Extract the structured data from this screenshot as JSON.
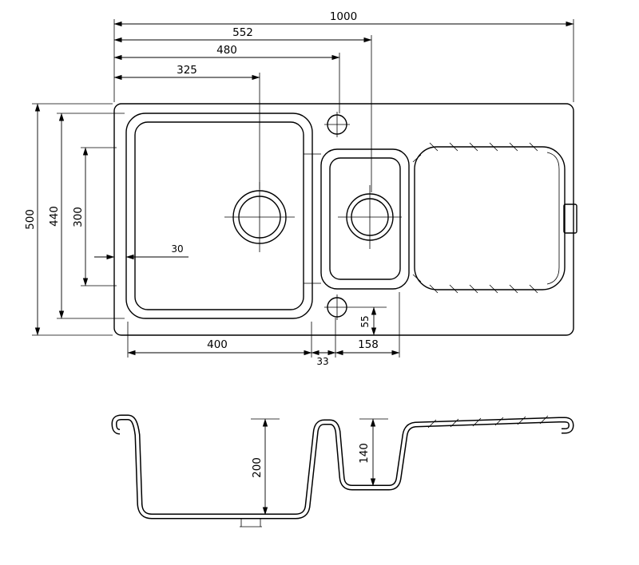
{
  "meta": {
    "bg": "#ffffff",
    "line_color": "#000000",
    "drawing_type": "kitchen-sink-technical-drawing"
  },
  "dims": {
    "overall_width": "1000",
    "small_bowl_center": "552",
    "tap_hole_center": "480",
    "main_drain_center": "325",
    "overall_depth": "500",
    "bowl_outer_depth": "440",
    "bowl_inner_depth": "300",
    "rim_offset": "30",
    "main_bowl_width": "400",
    "divider_width": "33",
    "small_bowl_width": "158",
    "tap_edge_offset": "55",
    "main_bowl_depth": "200",
    "small_bowl_depth": "140"
  }
}
